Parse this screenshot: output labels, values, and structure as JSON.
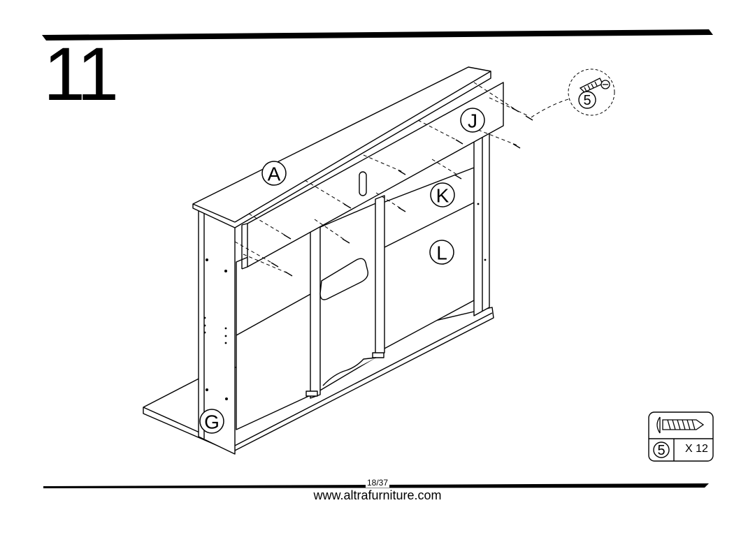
{
  "step": {
    "number": "11"
  },
  "parts": {
    "A": "A",
    "J": "J",
    "K": "K",
    "L": "L",
    "G": "G"
  },
  "callout": {
    "screw_id": "5"
  },
  "hardware_box": {
    "screw_id": "5",
    "quantity": "X 12"
  },
  "footer": {
    "page": "18/37",
    "url": "www.altrafurniture.com"
  }
}
